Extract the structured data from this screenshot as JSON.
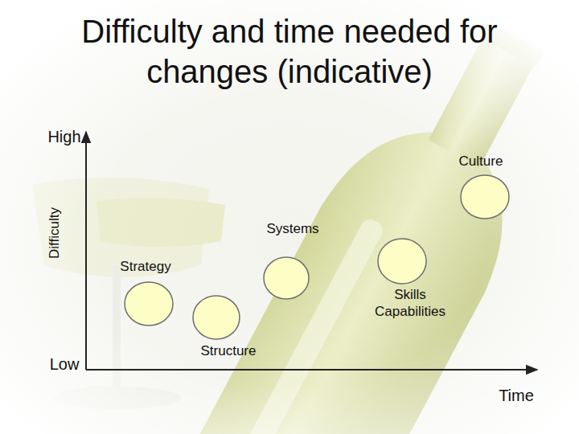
{
  "diagram": {
    "title": "Difficulty and time needed for changes (indicative)",
    "nodes": [
      {
        "text": [
          "Strategy"
        ]
      },
      {
        "text": [
          "Structure"
        ]
      },
      {
        "text": [
          "Systems"
        ]
      },
      {
        "text": [
          "Skills Capabilities"
        ]
      },
      {
        "text": [
          "Culture"
        ]
      }
    ],
    "labels": [
      "High",
      "Difficulty",
      "Low",
      "Time"
    ]
  }
}
